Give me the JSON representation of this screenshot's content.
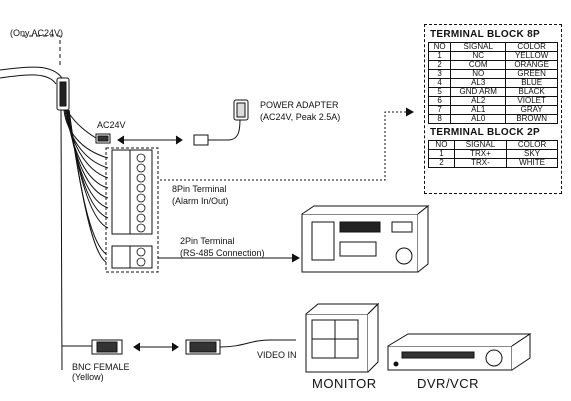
{
  "top_note": "(Ony AC24V)",
  "ac_label": "AC24V",
  "power_adapter": {
    "line1": "POWER ADAPTER",
    "line2": "(AC24V, Peak 2.5A)"
  },
  "terminal_8pin": {
    "line1": "8Pin Terminal",
    "line2": "(Alarm In/Out)"
  },
  "terminal_2pin": {
    "line1": "2Pin Terminal",
    "line2": "(RS-485 Connection)"
  },
  "bnc": {
    "line1": "BNC FEMALE",
    "line2": "(Yellow)"
  },
  "video_in": "VIDEO IN",
  "monitor_label": "MONITOR",
  "dvr_label": "DVR/VCR",
  "block8": {
    "title": "TERMINAL BLOCK 8P",
    "headers": [
      "NO",
      "SIGNAL",
      "COLOR"
    ],
    "rows": [
      [
        "1",
        "NC",
        "YELLOW"
      ],
      [
        "2",
        "COM",
        "ORANGE"
      ],
      [
        "3",
        "NO",
        "GREEN"
      ],
      [
        "4",
        "AL3",
        "BLUE"
      ],
      [
        "5",
        "GND ARM",
        "BLACK"
      ],
      [
        "6",
        "AL2",
        "VIOLET"
      ],
      [
        "7",
        "AL1",
        "GRAY"
      ],
      [
        "8",
        "AL0",
        "BROWN"
      ]
    ]
  },
  "block2": {
    "title": "TERMINAL BLOCK 2P",
    "headers": [
      "NO",
      "SIGNAL",
      "COLOR"
    ],
    "rows": [
      [
        "1",
        "TRX+",
        "SKY"
      ],
      [
        "2",
        "TRX-",
        "WHITE"
      ]
    ]
  }
}
